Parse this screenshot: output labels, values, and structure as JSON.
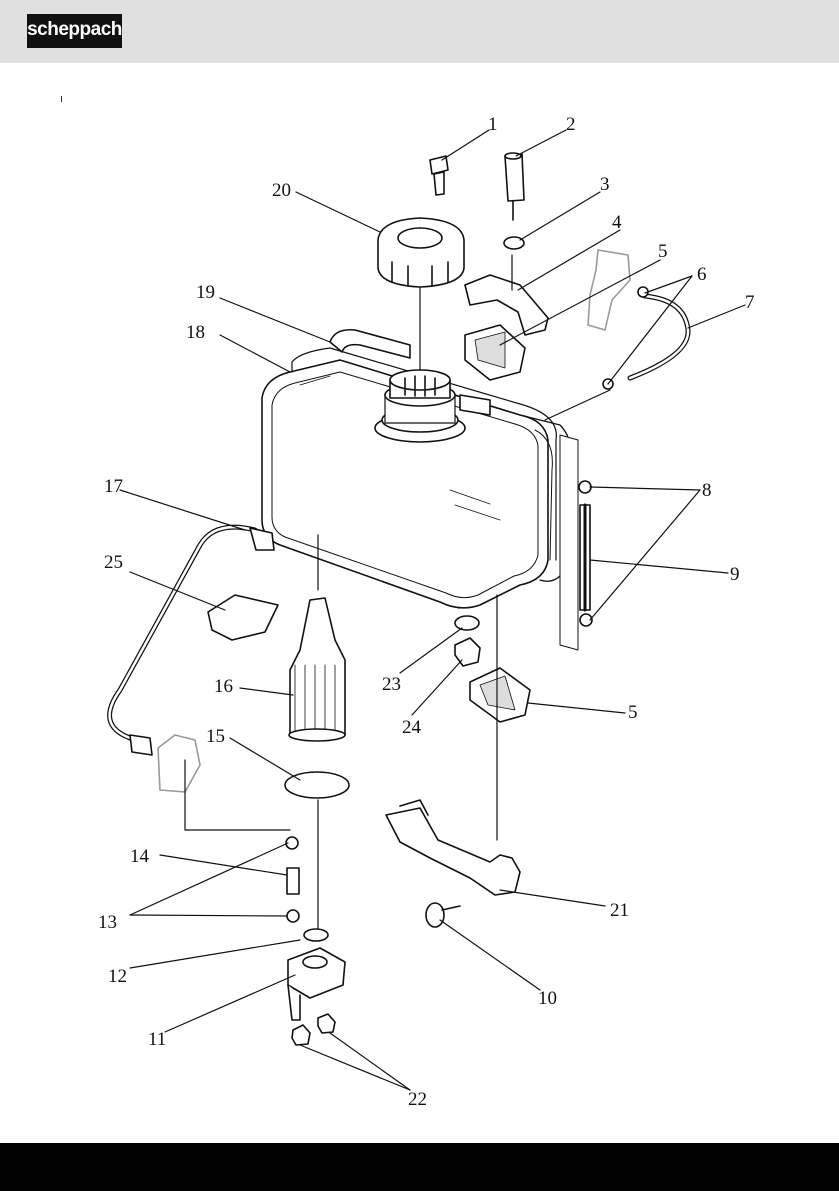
{
  "header": {
    "logo_text": "scheppach",
    "bg_color": "#e0e0e0"
  },
  "footer": {
    "bg_color": "#000000"
  },
  "callouts": [
    "1",
    "2",
    "3",
    "4",
    "5",
    "6",
    "7",
    "8",
    "9",
    "5",
    "10",
    "11",
    "12",
    "13",
    "14",
    "15",
    "16",
    "17",
    "18",
    "19",
    "20",
    "21",
    "22",
    "23",
    "24",
    "25"
  ]
}
